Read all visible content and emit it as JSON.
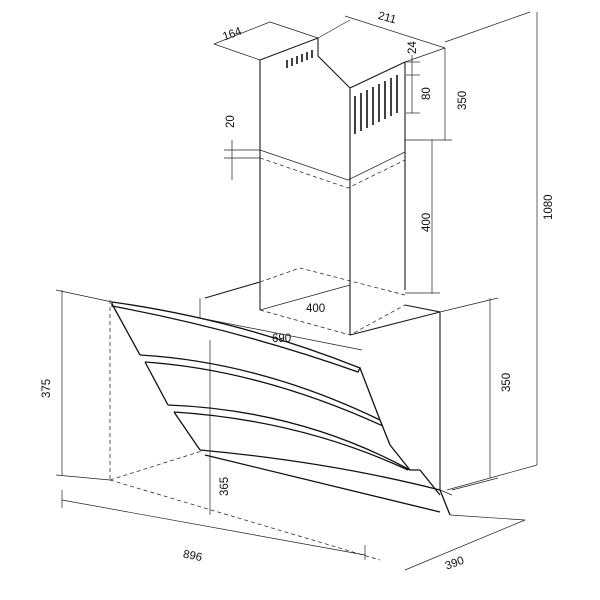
{
  "dimensions": {
    "chimney_depth": "164",
    "chimney_width": "211",
    "top_gap": "24",
    "vent_height": "80",
    "upper_chimney": "350",
    "total_height": "1080",
    "overlap": "20",
    "lower_chimney": "400",
    "chimney_base": "400",
    "body_width": "690",
    "front_height": "375",
    "body_height": "350",
    "glass_height": "365",
    "overall_width": "896",
    "overall_depth": "390"
  }
}
